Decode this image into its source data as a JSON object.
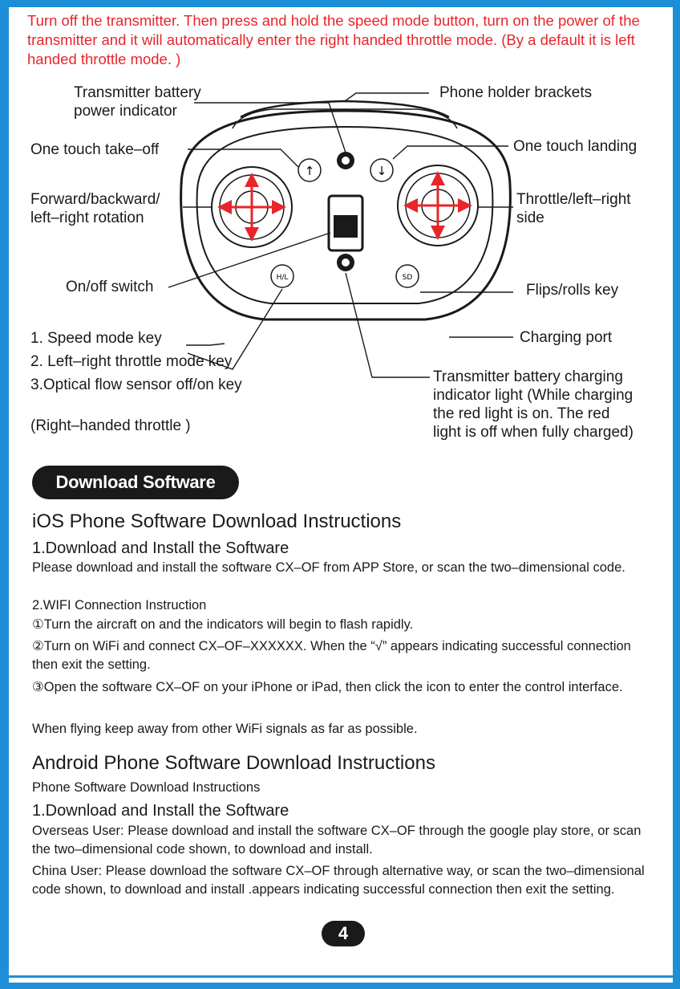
{
  "intro": "Turn off the transmitter. Then press and hold the speed mode button, turn on the power of the transmitter and it will automatically enter the right handed throttle mode. (By a default it is left handed throttle mode. )",
  "labels": {
    "battery_power": "Transmitter battery power indicator",
    "phone_holder": "Phone holder brackets",
    "takeoff": "One touch take–off",
    "landing": "One touch landing",
    "forward_backward": "Forward/backward/ left–right rotation",
    "throttle_side": "Throttle/left–right side",
    "onoff": "On/off switch",
    "flips": "Flips/rolls key",
    "charging_port": "Charging port",
    "keys": [
      "1. Speed mode key",
      "2. Left–right throttle mode key",
      "3.Optical flow sensor off/on key"
    ],
    "mode": "(Right–handed throttle )",
    "charging_light": "Transmitter battery charging indicator light (While charging the red light is on. The red light is off when fully charged)"
  },
  "button_marks": {
    "takeoff_symbol": "↑",
    "landing_symbol": "↓",
    "hl_button": "H/L",
    "sd_button": "SD"
  },
  "section": {
    "title": "Download Software"
  },
  "ios": {
    "heading": "iOS Phone Software Download Instructions",
    "step1_title": "1.Download and Install the Software",
    "step1_text": "Please download and install the software CX–OF from APP Store, or scan the two–dimensional code.",
    "step2_title": "2.WIFI Connection Instruction",
    "step2_a": "①Turn the aircraft on and the indicators will begin to flash rapidly.",
    "step2_b": "②Turn on WiFi and connect CX–OF–XXXXXX. When the “√” appears indicating successful connection then exit the setting.",
    "step2_c": "③Open the software CX–OF on your iPhone or iPad, then click the icon to enter the control interface.",
    "note": "When flying keep away from other WiFi signals as far as possible."
  },
  "android": {
    "heading": "Android Phone Software Download Instructions",
    "subtitle": "Phone Software Download Instructions",
    "step1_title": "1.Download and Install the Software",
    "overseas": "Overseas User: Please download and install the software CX–OF through the google play store, or scan the two–dimensional code shown, to download and install.",
    "china": "China User: Please download the software CX–OF through alternative way, or scan the two–dimensional code shown, to download and install .appears indicating successful connection then exit the setting."
  },
  "page_number": "4",
  "colors": {
    "frame": "#1d8fd6",
    "intro_text": "#e8252a",
    "arrow": "#e8252a"
  }
}
